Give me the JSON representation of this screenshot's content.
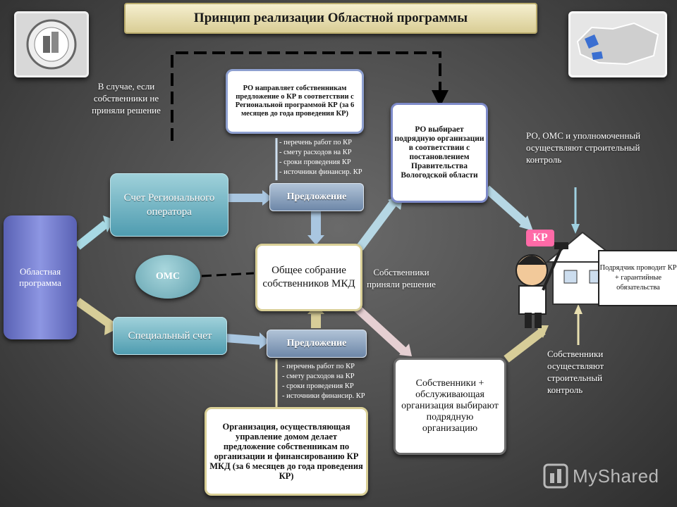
{
  "title": "Принцип реализации Областной программы",
  "nodes": {
    "regional_program": "Областная программа",
    "regional_operator_account": "Счет Регионального оператора",
    "oms": "ОМС",
    "special_account": "Специальный счет",
    "offer_top": "Предложение",
    "offer_bottom": "Предложение",
    "meeting": "Общее собрание собственников МКД",
    "ro_sends": "РО направляет собственникам предложение о КР в соответствии с Региональной программой КР (за 6 месяцев до года проведения КР)",
    "ro_chooses": "РО выбирает подрядную организации в соответствии с постановлением Правительства Вологодской области",
    "owners_org": "Собственники + обслуживающая организация выбирают подрядную организацию",
    "org_sends": "Организация, осуществляющая управление домом делает предложение собственникам по организации и финансированию КР МКД (за 6 месяцев до года проведения КР)",
    "contractor": "Подрядчик проводит КР + гарантийные обязательства",
    "kr": "КР"
  },
  "notes": {
    "no_decision": "В случае, если собственники не приняли решение",
    "decision_made": "Собственники приняли решение",
    "ro_oms_control": "РО, ОМС и уполномоченный осуществляют строительный контроль",
    "owners_control": "Собственники осуществляют строительный контроль"
  },
  "list_top": [
    "- перечень работ по КР",
    "- смету расходов на КР",
    "- сроки проведения КР",
    "- источники финансир.  КР"
  ],
  "list_bottom": [
    "- перечень работ по КР",
    "- смету расходов на КР",
    "- сроки проведения КР",
    "- источники финансир.  КР"
  ],
  "watermark": "MyShared"
}
